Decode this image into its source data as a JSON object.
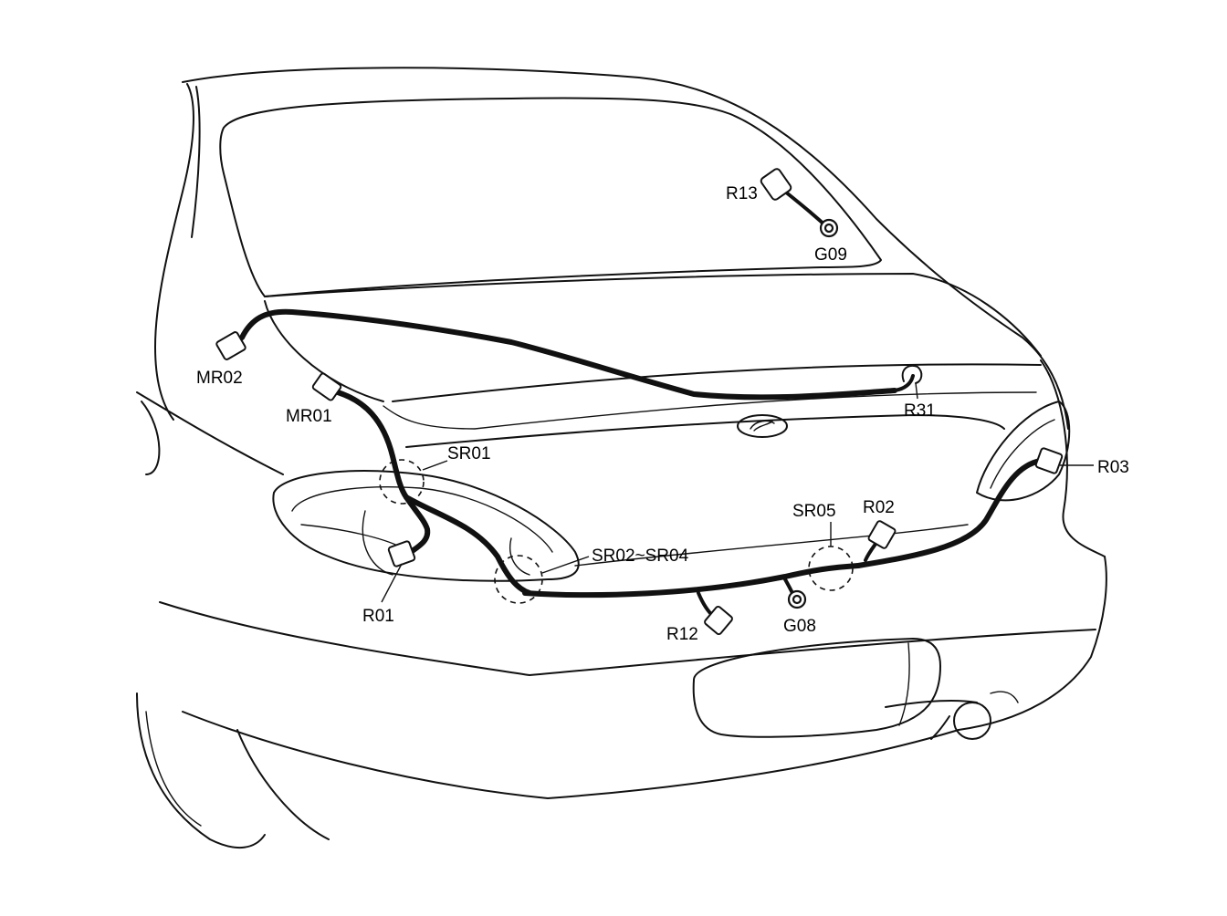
{
  "labels": {
    "r13": "R13",
    "g09": "G09",
    "mr02": "MR02",
    "mr01": "MR01",
    "sr01": "SR01",
    "r31": "R31",
    "r03": "R03",
    "sr05": "SR05",
    "r02": "R02",
    "sr02_sr04": "SR02~SR04",
    "r01": "R01",
    "r12": "R12",
    "g08": "G08"
  }
}
